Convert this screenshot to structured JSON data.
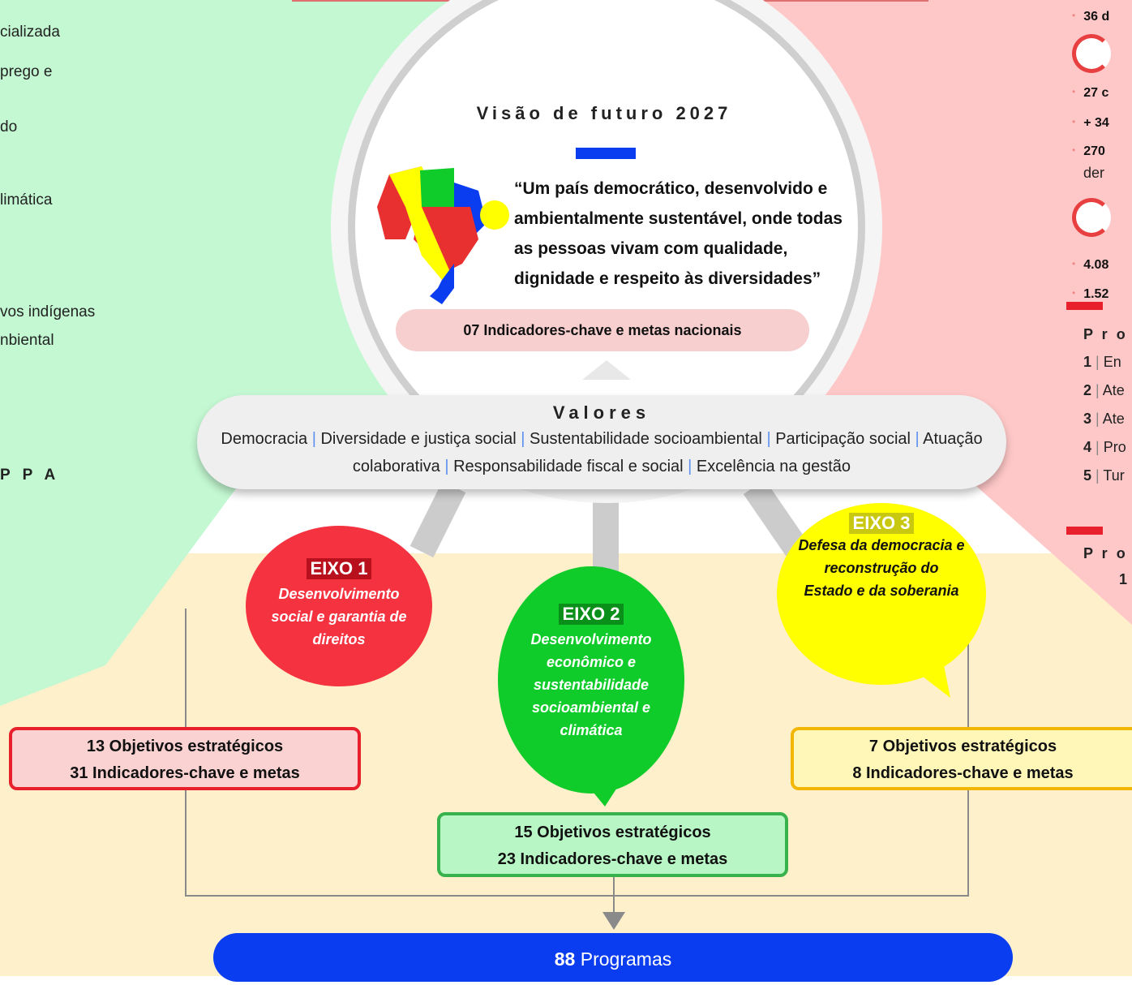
{
  "left_panel": {
    "lines": [
      "cializada",
      "prego e",
      "do",
      "limática",
      "vos indígenas",
      "nbiental",
      "P P A"
    ]
  },
  "right_panel": {
    "bullets_top": [
      "36 d"
    ],
    "bullets_mid": [
      "27 c",
      "+ 34",
      "270"
    ],
    "mid_cont": "der",
    "bullets_low": [
      "4.08",
      "1.52"
    ],
    "programs_title": "P r o g",
    "programs": [
      {
        "num": "1",
        "text": "En"
      },
      {
        "num": "2",
        "text": "Ate"
      },
      {
        "num": "3",
        "text": "Ate"
      },
      {
        "num": "4",
        "text": "Pro"
      },
      {
        "num": "5",
        "text": "Tur"
      }
    ],
    "proposals_title": "P r o p",
    "proposals_num": "1"
  },
  "vision": {
    "title": "Visão de futuro 2027",
    "quote": "“Um país  democrático, desenvolvido e ambientalmente sustentável, onde todas as pessoas vivam com qualidade, dignidade e respeito às diversidades”",
    "indicators": "07  Indicadores-chave e metas nacionais"
  },
  "values": {
    "title": "Valores",
    "items": [
      "Democracia",
      "Diversidade e justiça social",
      "Sustentabilidade socioambiental",
      "Participação social",
      "Atuação colaborativa",
      "Responsabilidade fiscal e social",
      "Excelência na gestão"
    ]
  },
  "eixos": [
    {
      "label": "EIXO 1",
      "desc": "Desenvolvimento social e garantia de direitos",
      "objectives": "13 Objetivos estratégicos",
      "indicators": "31 Indicadores-chave e metas"
    },
    {
      "label": "EIXO 2",
      "desc": "Desenvolvimento econômico e sustentabilidade socioambiental e climática",
      "objectives": "15 Objetivos estratégicos",
      "indicators": "23 Indicadores-chave e metas"
    },
    {
      "label": "EIXO 3",
      "desc": "Defesa da democracia e reconstrução do Estado e da soberania",
      "objectives": "7 Objetivos estratégicos",
      "indicators": "8 Indicadores-chave e metas"
    }
  ],
  "programs": {
    "count": "88",
    "label": "Programas"
  },
  "colors": {
    "green_bg": "#c3f8d2",
    "red_bg": "#ffc8c8",
    "beige_bg": "#fff0cc",
    "blue": "#0a3cf0",
    "eixo1": "#f5323f",
    "eixo2": "#10cc2a",
    "eixo3": "#ffff00"
  }
}
